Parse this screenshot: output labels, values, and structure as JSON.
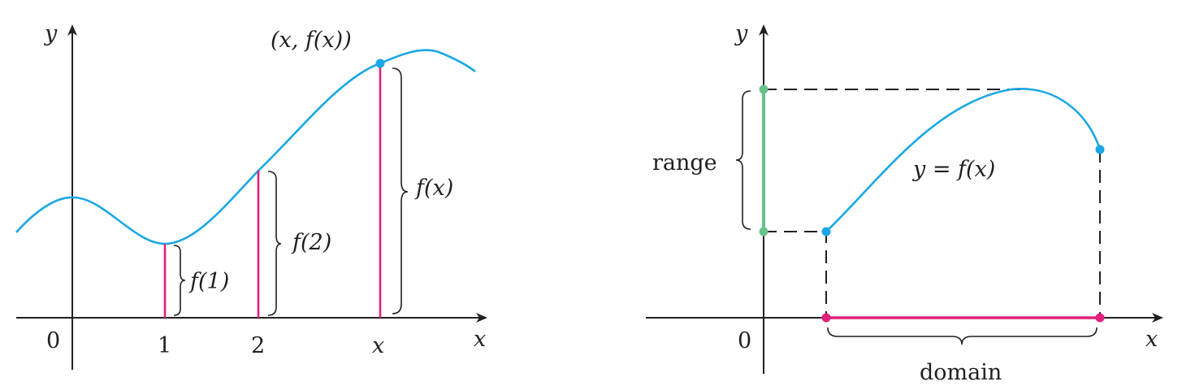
{
  "left_graph": {
    "y_axis_label": "y",
    "x_axis_label": "x",
    "origin_label": "0",
    "tick_1": "1",
    "tick_2": "2",
    "tick_x": "x",
    "point_label": "(x, f(x))",
    "f1_label": "f(1)",
    "f2_label": "f(2)",
    "fx_label": "f(x)"
  },
  "right_graph": {
    "y_axis_label": "y",
    "x_axis_label": "x",
    "origin_label": "0",
    "range_label": "range",
    "curve_label": "y = f(x)",
    "domain_label": "domain"
  },
  "colors": {
    "curve": "#1aa7e6",
    "magenta": "#e0207f",
    "green": "#68c28a",
    "ink": "#231f20"
  }
}
